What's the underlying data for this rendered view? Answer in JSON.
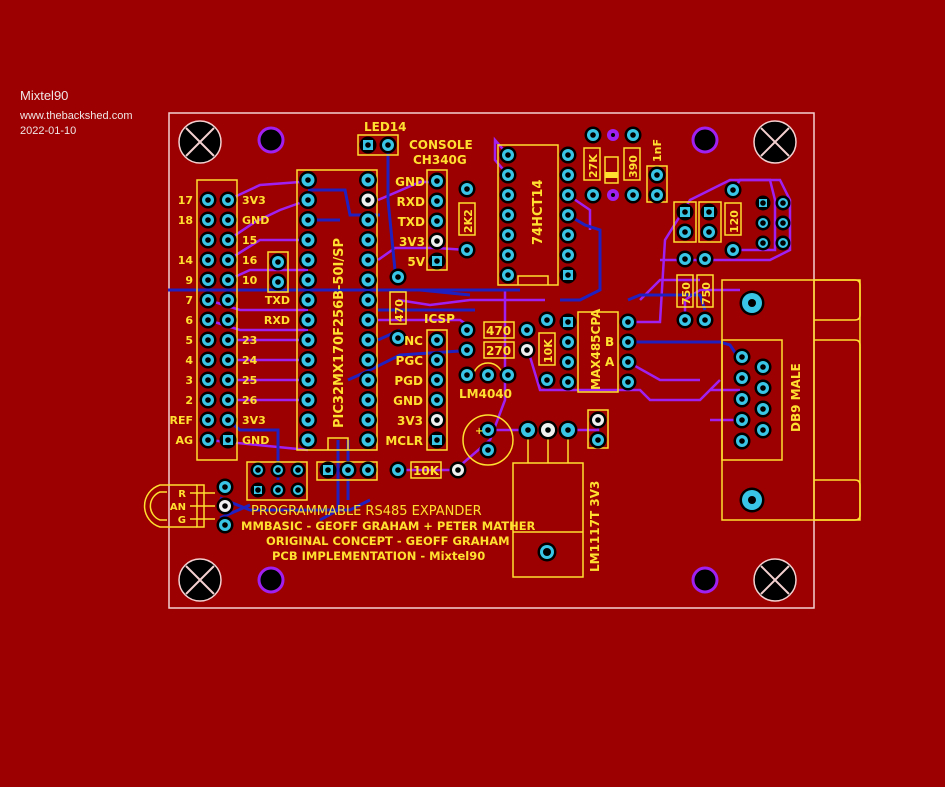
{
  "header": {
    "author": "Mixtel90",
    "website": "www.thebackshed.com",
    "date": "2022-01-10"
  },
  "colors": {
    "background": "#9c0000",
    "silkscreen": "#ffe030",
    "pad": "#39c6e6",
    "trace_top": "#a020f0",
    "trace_bottom": "#2020c0",
    "outline": "#f4d0d0"
  },
  "board": {
    "left_header": {
      "left_labels": [
        "17",
        "18",
        "",
        "14",
        "9",
        "7",
        "6",
        "5",
        "4",
        "3",
        "2",
        "REF",
        "AG"
      ],
      "right_labels": [
        "3V3",
        "GND",
        "15",
        "16",
        "10",
        "TXD",
        "RXD",
        "23",
        "24",
        "25",
        "26",
        "3V3",
        "GND"
      ]
    },
    "mcu": {
      "label": "PIC32MX170F256B-50I/SP"
    },
    "led": {
      "label": "LED14"
    },
    "console": {
      "title": "CONSOLE",
      "subtitle": "CH340G",
      "pins": [
        "GND",
        "RXD",
        "TXD",
        "3V3",
        "5V"
      ]
    },
    "resistors": {
      "r_2k2": "2K2",
      "r_470_v": "470",
      "r_470_h": "470",
      "r_270": "270",
      "r_10k_v": "10K",
      "r_10k_h": "10K",
      "r_27k": "27K",
      "r_390": "390",
      "r_120": "120",
      "r_750a": "750",
      "r_750b": "750"
    },
    "cap_1nf": "1nF",
    "icsp": {
      "title": "ICSP",
      "pins": [
        "NC",
        "PGC",
        "PGD",
        "GND",
        "3V3",
        "MCLR"
      ]
    },
    "ic_74hct14": "74HCT14",
    "ic_max485": {
      "label": "MAX485CPA",
      "pin_b": "B",
      "pin_a": "A"
    },
    "lm4040": "LM4040",
    "regulator": "LM1117T 3V3",
    "db9": "DB9 MALE",
    "ir": {
      "pins": [
        "R",
        "AN",
        "G"
      ]
    },
    "credits": {
      "title": "PROGRAMMABLE RS485 EXPANDER",
      "line1": "MMBASIC - GEOFF GRAHAM + PETER MATHER",
      "line2": "ORIGINAL CONCEPT - GEOFF GRAHAM",
      "line3": "PCB IMPLEMENTATION - Mixtel90"
    }
  }
}
